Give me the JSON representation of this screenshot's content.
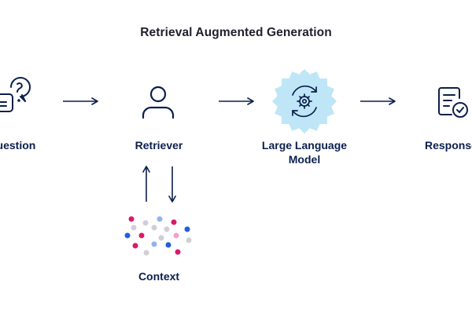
{
  "title": "Retrieval Augmented Generation",
  "nodes": {
    "question": {
      "label": "Question",
      "icon": "question-chat-icon"
    },
    "retriever": {
      "label": "Retriever",
      "icon": "user-icon"
    },
    "llm": {
      "label_line1": "Large Language",
      "label_line2": "Model",
      "icon": "gear-refresh-icon"
    },
    "response": {
      "label": "Response",
      "icon": "document-check-icon"
    },
    "context": {
      "label": "Context",
      "icon": "dot-cluster-icon"
    }
  },
  "colors": {
    "primary": "#0b1f4d",
    "llm_badge": "#bfe6f7",
    "dot_pink": "#d81b6a",
    "dot_blue": "#1f5fe0",
    "dot_light_blue": "#8fb4ee",
    "dot_light_pink": "#f2a2c6",
    "dot_gray": "#cfcfd6"
  }
}
